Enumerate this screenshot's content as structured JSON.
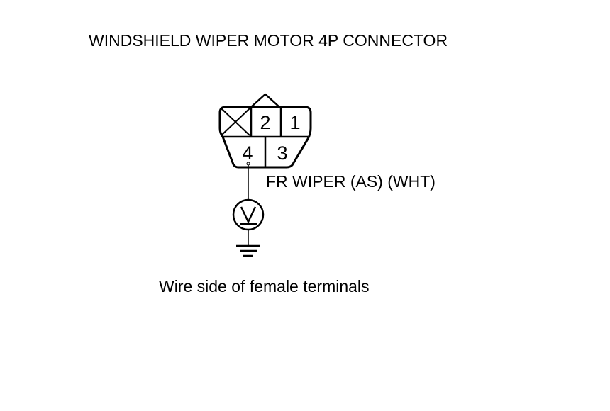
{
  "title": "WINDSHIELD WIPER MOTOR 4P CONNECTOR",
  "connector": {
    "pins": [
      {
        "number": "1",
        "position": "top-right"
      },
      {
        "number": "2",
        "position": "top-middle"
      },
      {
        "number": "3",
        "position": "bottom-right"
      },
      {
        "number": "4",
        "position": "bottom-left"
      }
    ],
    "unused_cavity": "top-left (crossed)"
  },
  "wire_label": "FR WIPER (AS) (WHT)",
  "meter_icon": "voltmeter-icon",
  "ground_icon": "ground-symbol-icon",
  "caption": "Wire side of female terminals"
}
